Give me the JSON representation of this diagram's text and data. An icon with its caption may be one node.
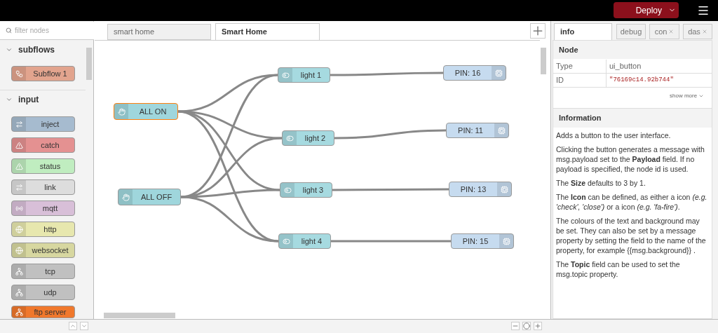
{
  "diagram": {
    "nodes": [
      {
        "text": [
          "Subflow 1"
        ]
      },
      {
        "text": [
          "inject"
        ]
      },
      {
        "text": [
          "catch"
        ]
      },
      {
        "text": [
          "status"
        ]
      },
      {
        "text": [
          "link"
        ]
      },
      {
        "text": [
          "mqtt"
        ]
      },
      {
        "text": [
          "http"
        ]
      },
      {
        "text": [
          "websocket"
        ]
      },
      {
        "text": [
          "tcp"
        ]
      },
      {
        "text": [
          "udp"
        ]
      },
      {
        "text": [
          "ftp server"
        ]
      },
      {
        "text": [
          "ALL ON"
        ]
      },
      {
        "text": [
          "ALL OFF"
        ]
      },
      {
        "text": [
          "light 1"
        ]
      },
      {
        "text": [
          "light 2"
        ]
      },
      {
        "text": [
          "light 3"
        ]
      },
      {
        "text": [
          "light 4"
        ]
      },
      {
        "text": [
          "PIN: 16"
        ]
      },
      {
        "text": [
          "PIN: 11"
        ]
      },
      {
        "text": [
          "PIN: 13"
        ]
      },
      {
        "text": [
          "PIN: 15"
        ]
      }
    ],
    "edges": [
      {
        "from": 11,
        "to": 13,
        "arrow": "none"
      },
      {
        "from": 11,
        "to": 14,
        "arrow": "none"
      },
      {
        "from": 11,
        "to": 15,
        "arrow": "none"
      },
      {
        "from": 11,
        "to": 16,
        "arrow": "none"
      },
      {
        "from": 12,
        "to": 13,
        "arrow": "none"
      },
      {
        "from": 12,
        "to": 14,
        "arrow": "none"
      },
      {
        "from": 12,
        "to": 15,
        "arrow": "none"
      },
      {
        "from": 12,
        "to": 16,
        "arrow": "none"
      },
      {
        "from": 13,
        "to": 17,
        "arrow": "none"
      },
      {
        "from": 14,
        "to": 18,
        "arrow": "none"
      },
      {
        "from": 15,
        "to": 19,
        "arrow": "none"
      },
      {
        "from": 16,
        "to": 20,
        "arrow": "none"
      }
    ],
    "labels": [
      "filter nodes",
      "subflows",
      "input",
      "smart home",
      "Smart Home",
      "Deploy",
      "info",
      "debug",
      "con",
      "das",
      "Node",
      "Type",
      "ui_button",
      "ID",
      "\"76169c14.92b744\"",
      "show more",
      "Information",
      "Adds a button to the user interface.",
      "Clicking the button generates a message with msg.payload set to the **Payload** field. If no payload is specified, the node id is used.",
      "The **Size** defaults to 3 by 1.",
      "The **Icon** can be defined, as either a icon *(e.g. 'check', 'close')* or a icon *(e.g. 'fa-fire')*.",
      "The colours of the text and background may be set. They can also be set by a message property by setting the field to the name of the property, for example {{msg.background}} .",
      "The **Topic** field can be used to set the msg.topic property."
    ]
  }
}
